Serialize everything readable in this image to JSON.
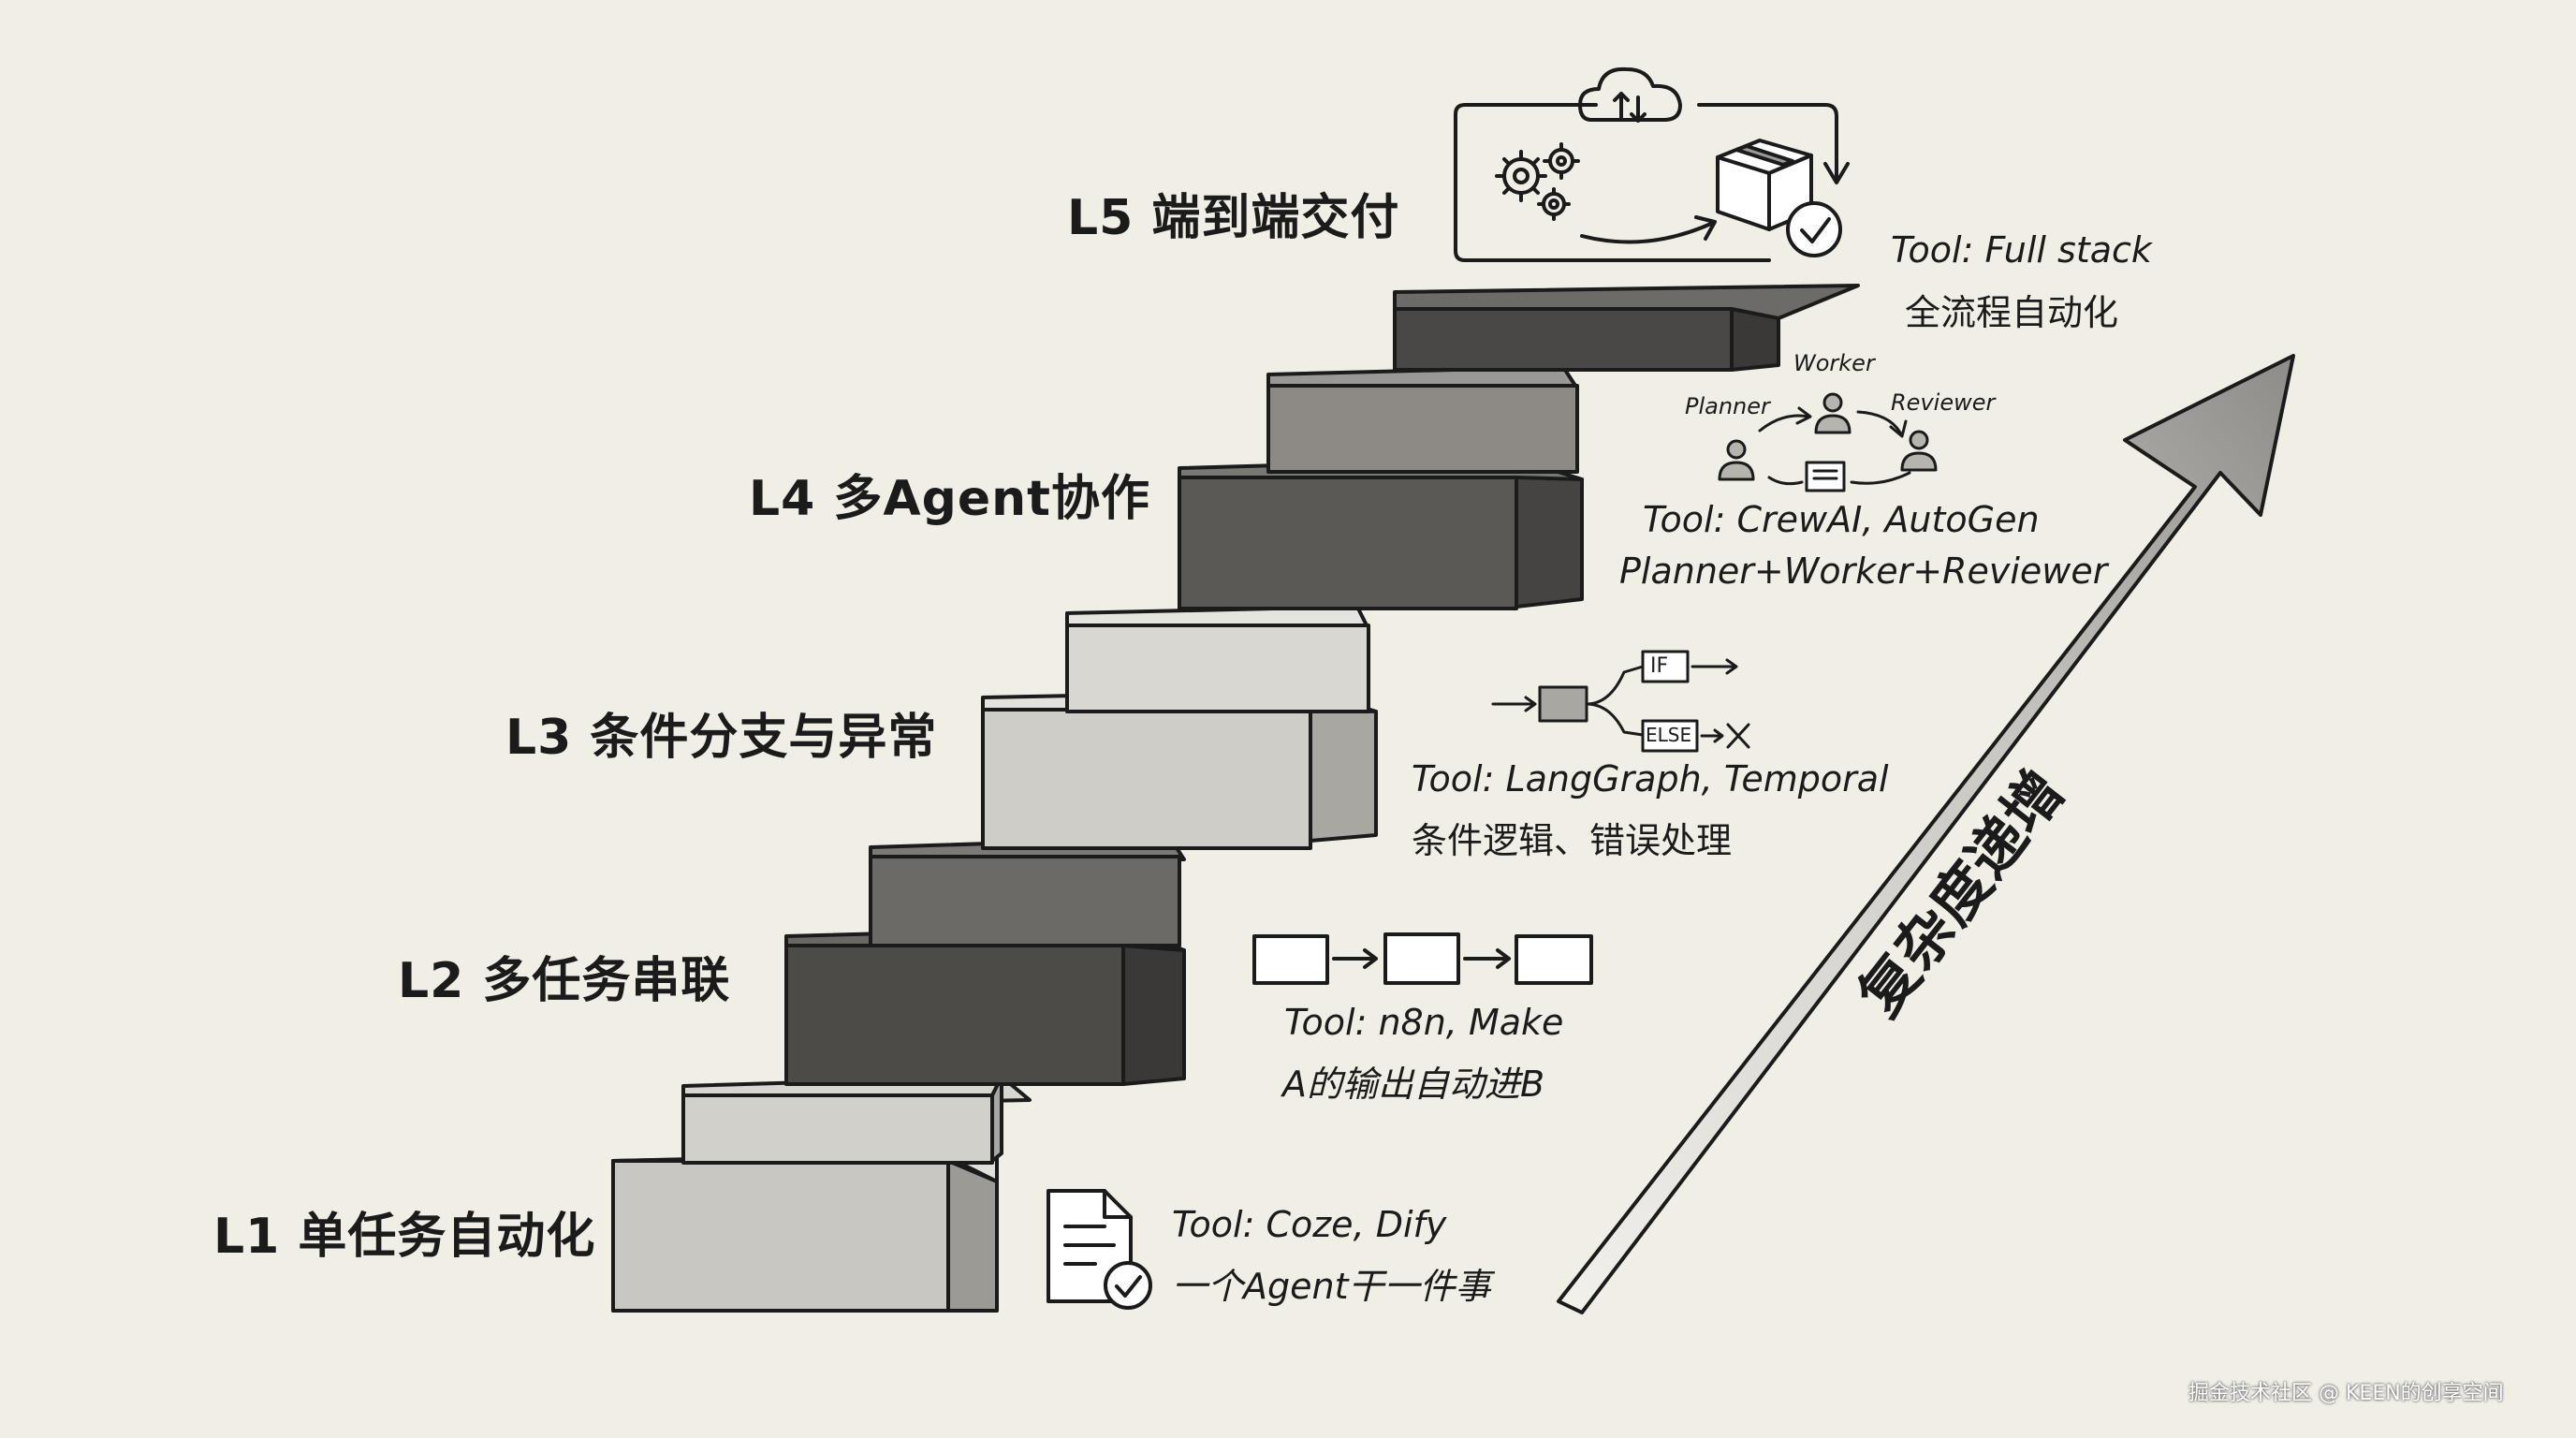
{
  "levels": [
    {
      "label": "L1 单任务自动化",
      "tool": "Tool: Coze, Dify",
      "desc": "一个Agent干一件事"
    },
    {
      "label": "L2 多任务串联",
      "tool": "Tool: n8n, Make",
      "desc": "A的输出自动进B"
    },
    {
      "label": "L3 条件分支与异常",
      "tool": "Tool: LangGraph, Temporal",
      "desc": "条件逻辑、错误处理"
    },
    {
      "label": "L4 多Agent协作",
      "tool": "Tool: CrewAI, AutoGen",
      "desc": "Planner+Worker+Reviewer"
    },
    {
      "label": "L5 端到端交付",
      "tool": "Tool: Full stack",
      "desc": "全流程自动化"
    }
  ],
  "l3_branch": {
    "if_label": "IF",
    "else_label": "ELSE"
  },
  "l4_roles": {
    "planner": "Planner",
    "worker": "Worker",
    "reviewer": "Reviewer"
  },
  "arrow_label": "复杂度递增",
  "watermark": "掘金技术社区 @ KEEN的创享空间",
  "colors": {
    "background": "#f1eee6",
    "ink": "#1b1b1b",
    "step_light": "#d2d0cb",
    "step_mid": "#8d8a85",
    "step_dark": "#4d4b48"
  }
}
